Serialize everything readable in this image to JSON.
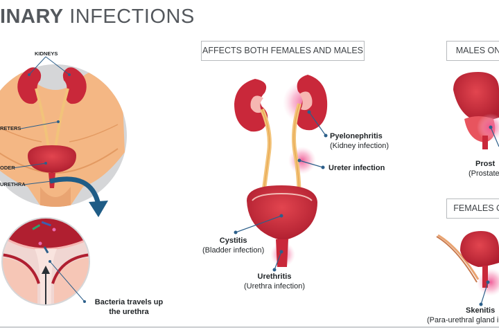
{
  "title": {
    "bold": "INARY",
    "light": "INFECTIONS"
  },
  "sections": {
    "both": "AFFECTS BOTH FEMALES AND MALES",
    "males": "MALES ON",
    "females": "FEMALES O"
  },
  "anatomy_labels": {
    "kidneys": "KIDNEYS",
    "ureters": "RETERS",
    "bladder": "ODER",
    "urethra": "URETHRA"
  },
  "bacteria": {
    "line1": "Bacteria travels up",
    "line2": "the urethra"
  },
  "infections": {
    "pyelonephritis": {
      "name": "Pyelonephritis",
      "desc": "(Kidney infection)"
    },
    "ureter": {
      "name": "Ureter infection"
    },
    "cystitis": {
      "name": "Cystitis",
      "desc": "(Bladder infection)"
    },
    "urethritis": {
      "name": "Urethritis",
      "desc": "(Urethra infection)"
    },
    "prostatitis": {
      "name": "Prost",
      "desc": "(Prostate"
    },
    "skenitis": {
      "name": "Skenitis",
      "desc": "(Para-urethral gland i"
    }
  },
  "colors": {
    "organ": "#c9283a",
    "organ_light": "#e8545e",
    "ureter": "#f2c37a",
    "skin": "#f4b784",
    "glow": "#f06fa0",
    "leader": "#2c5f8a",
    "arrow": "#1f5c86"
  }
}
